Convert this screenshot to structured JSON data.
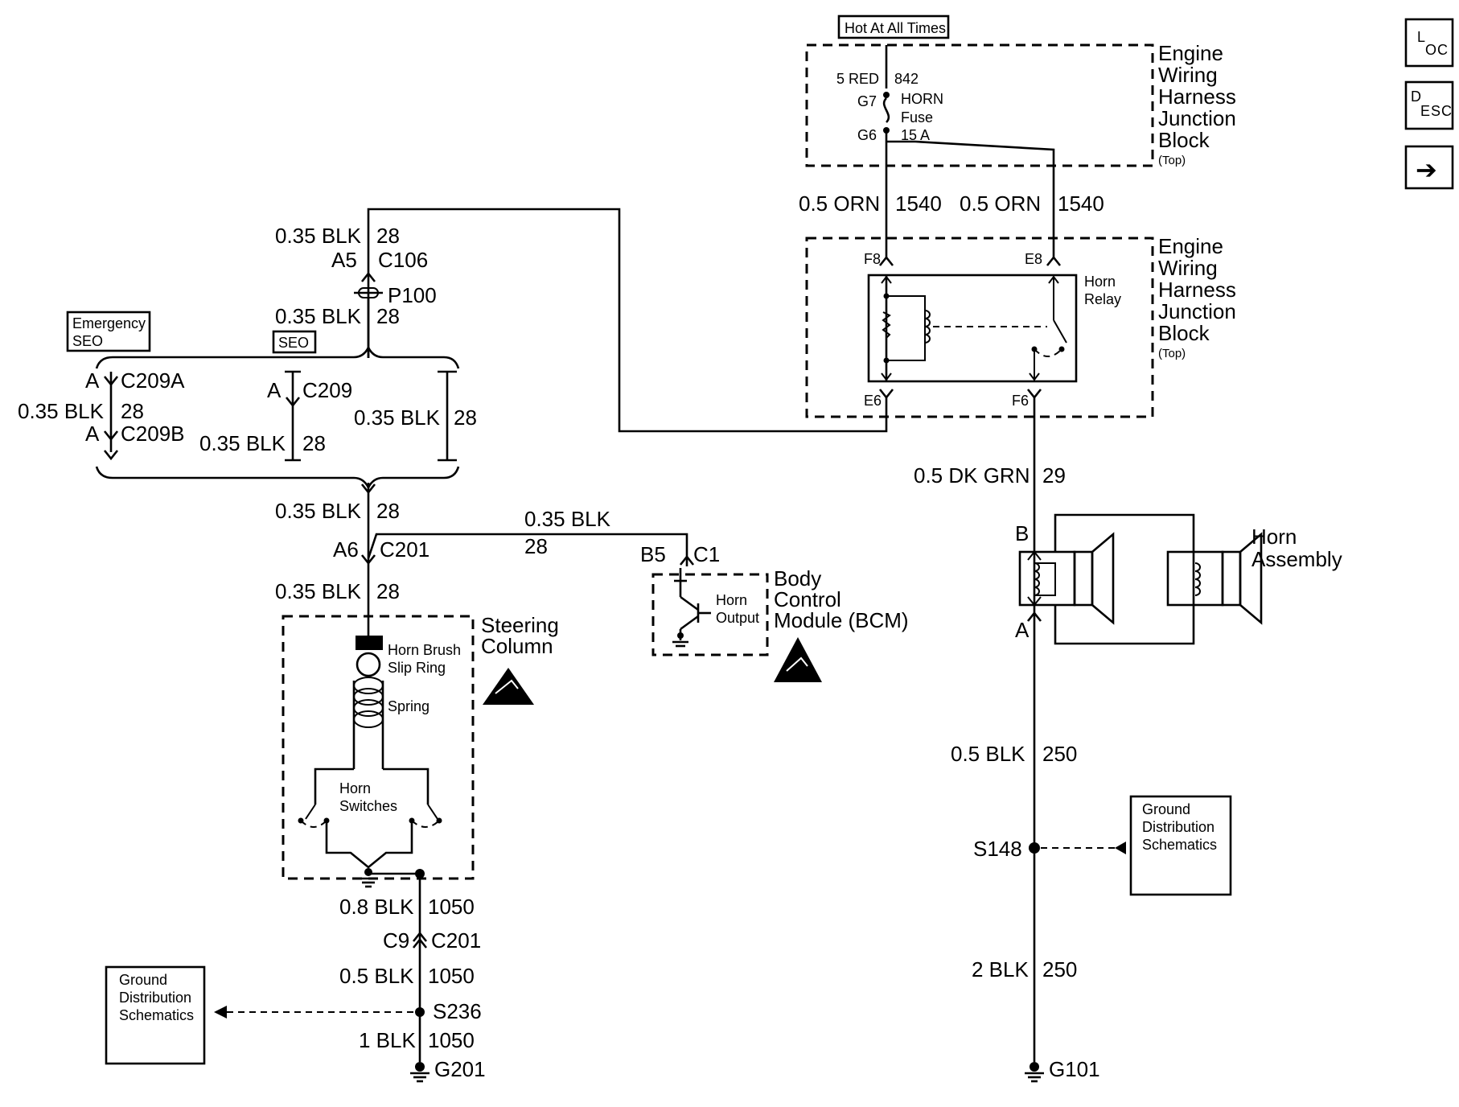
{
  "nav": {
    "loc": {
      "main": "L",
      "sub": "OC"
    },
    "desc": {
      "main": "D",
      "sub": "ESC"
    },
    "next_arrow": "➔"
  },
  "top_label": "Hot At All Times",
  "fuse_block": {
    "wire_top": "5 RED",
    "circuit_top": "842",
    "pin_g7": "G7",
    "pin_g6": "G6",
    "fuse_name": "HORN",
    "fuse_word": "Fuse",
    "fuse_rating": "15 A",
    "title_lines": [
      "Engine",
      "Wiring",
      "Harness",
      "Junction",
      "Block"
    ],
    "title_sub": "(Top)"
  },
  "orn_wires": [
    {
      "size_color": "0.5 ORN",
      "circuit": "1540"
    },
    {
      "size_color": "0.5 ORN",
      "circuit": "1540"
    }
  ],
  "relay_block": {
    "pin_f8": "F8",
    "pin_e8": "E8",
    "pin_e6": "E6",
    "pin_f6": "F6",
    "relay_label": [
      "Horn",
      "Relay"
    ],
    "title_lines": [
      "Engine",
      "Wiring",
      "Harness",
      "Junction",
      "Block"
    ],
    "title_sub": "(Top)"
  },
  "top_left": {
    "wire1": {
      "size_color": "0.35 BLK",
      "circuit": "28"
    },
    "connector_pin": "A5",
    "connector": "C106",
    "passthrough": "P100",
    "wire2": {
      "size_color": "0.35 BLK",
      "circuit": "28"
    }
  },
  "seo": {
    "emergency_label": [
      "Emergency",
      "SEO"
    ],
    "seo_label": "SEO",
    "c209a_pin": "A",
    "c209a": "C209A",
    "mid_wire": {
      "size_color": "0.35 BLK",
      "circuit": "28"
    },
    "c209b_pin": "A",
    "c209b": "C209B",
    "c209_pin": "A",
    "c209": "C209",
    "col2_wire": {
      "size_color": "0.35 BLK",
      "circuit": "28"
    },
    "col3_wire": {
      "size_color": "0.35 BLK",
      "circuit": "28"
    }
  },
  "steering_feed": {
    "wire_above": {
      "size_color": "0.35 BLK",
      "circuit": "28"
    },
    "connector_pin": "A6",
    "connector": "C201",
    "wire_below": {
      "size_color": "0.35 BLK",
      "circuit": "28"
    },
    "branch_wire": {
      "size_color": "0.35 BLK",
      "circuit": "28"
    }
  },
  "steering_column": {
    "title_lines": [
      "Steering",
      "Column"
    ],
    "brush_label": [
      "Horn Brush",
      "Slip Ring"
    ],
    "spring_label": "Spring",
    "switches_label": [
      "Horn",
      "Switches"
    ]
  },
  "bcm": {
    "pin": "B5",
    "connector": "C1",
    "output_label": [
      "Horn",
      "Output"
    ],
    "title_lines": [
      "Body",
      "Control",
      "Module (BCM)"
    ]
  },
  "ground_left": {
    "wire1": {
      "size_color": "0.8 BLK",
      "circuit": "1050"
    },
    "connector_pin": "C9",
    "connector": "C201",
    "wire2": {
      "size_color": "0.5 BLK",
      "circuit": "1050"
    },
    "splice": "S236",
    "wire3": {
      "size_color": "1 BLK",
      "circuit": "1050"
    },
    "ground": "G201",
    "ref_box": [
      "Ground",
      "Distribution",
      "Schematics"
    ]
  },
  "horn_circuit": {
    "wire_grn": {
      "size_color": "0.5 DK GRN",
      "circuit": "29"
    },
    "pin_b": "B",
    "pin_a": "A",
    "assembly_label": [
      "Horn",
      "Assembly"
    ],
    "wire_blk1": {
      "size_color": "0.5 BLK",
      "circuit": "250"
    },
    "splice": "S148",
    "wire_blk2": {
      "size_color": "2 BLK",
      "circuit": "250"
    },
    "ground": "G101",
    "ref_box": [
      "Ground",
      "Distribution",
      "Schematics"
    ]
  }
}
